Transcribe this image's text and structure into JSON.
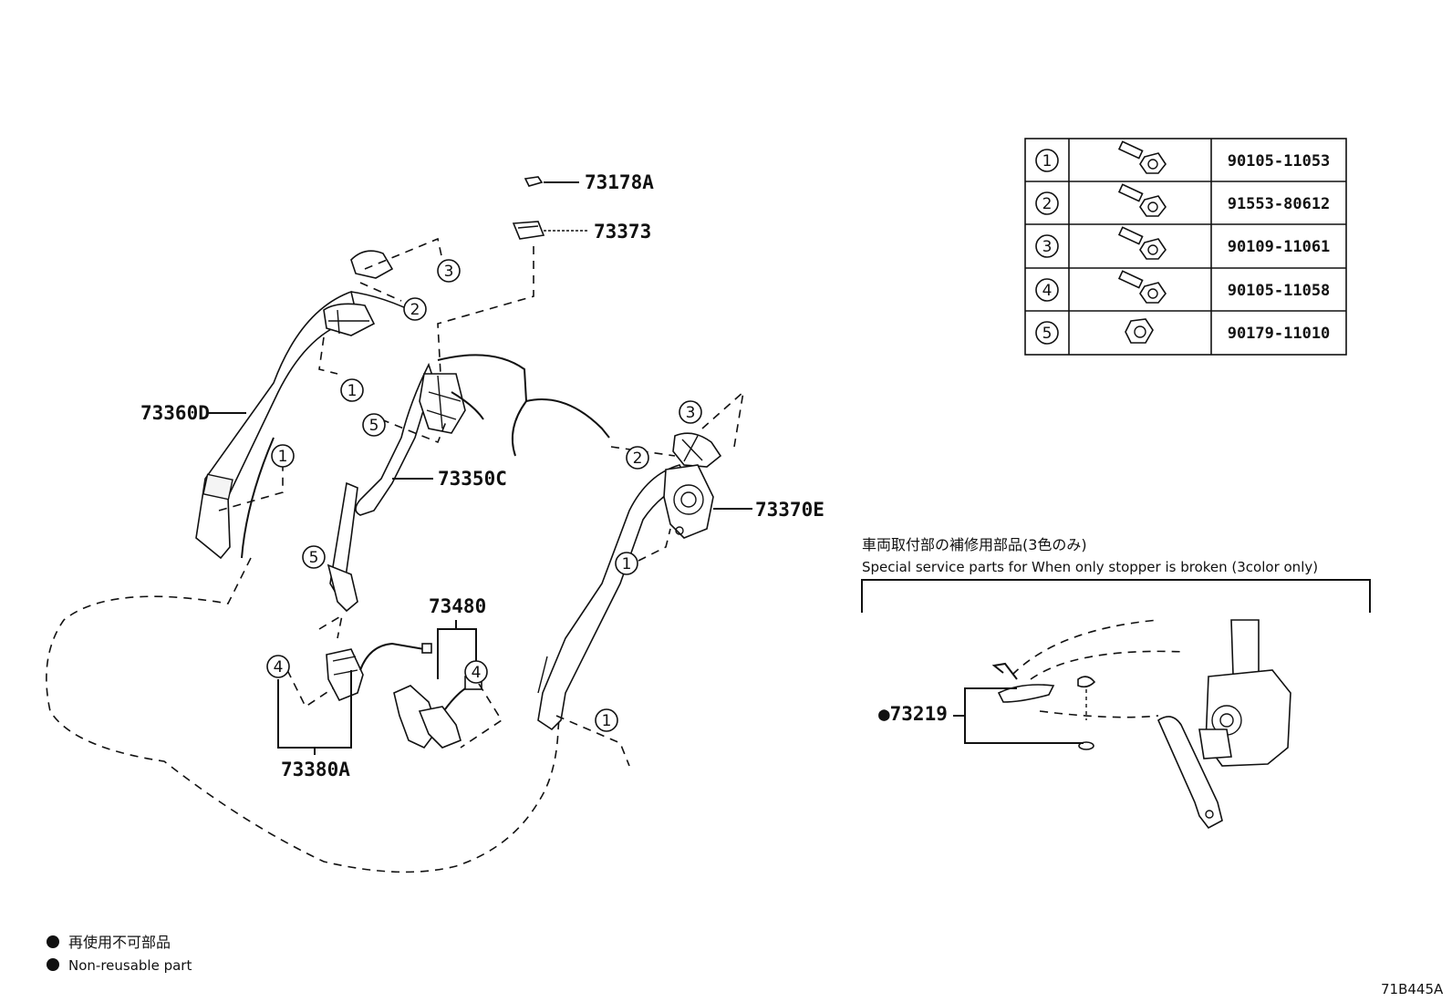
{
  "parts": {
    "p73178A": "73178A",
    "p73373": "73373",
    "p73360D": "73360D",
    "p73350C": "73350C",
    "p73370E": "73370E",
    "p73480": "73480",
    "p73380A": "73380A",
    "p73219": "●73219"
  },
  "callouts": {
    "c1": "1",
    "c2": "2",
    "c3": "3",
    "c4": "4",
    "c5": "5"
  },
  "fastener_table": {
    "rows": [
      {
        "index": "1",
        "code": "90105-11053"
      },
      {
        "index": "2",
        "code": "91553-80612"
      },
      {
        "index": "3",
        "code": "90109-11061"
      },
      {
        "index": "4",
        "code": "90105-11058"
      },
      {
        "index": "5",
        "code": "90179-11010"
      }
    ]
  },
  "service_parts": {
    "title_jp": "車両取付部の補修用部品(3色のみ)",
    "title_en": "Special service parts for When only stopper is broken (3color only)"
  },
  "legend": {
    "jp": "再使用不可部品",
    "en": "Non-reusable part"
  },
  "figure_id": "71B445A"
}
